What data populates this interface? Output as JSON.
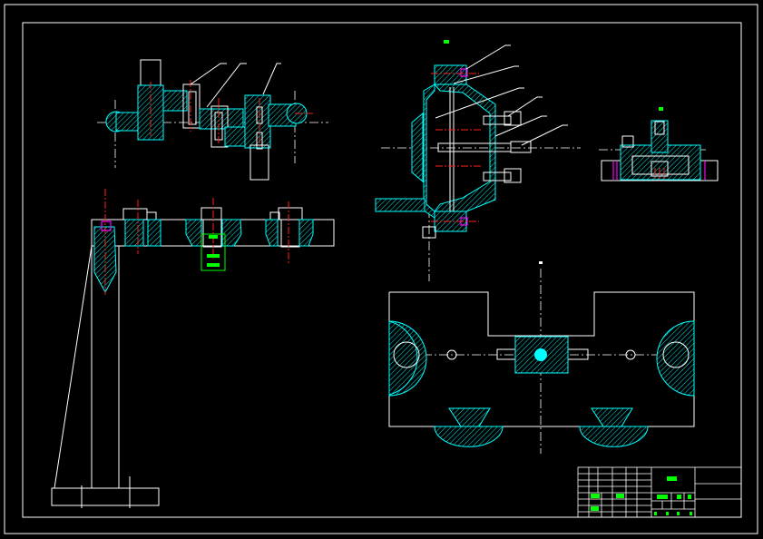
{
  "drawing": {
    "background": "#000000",
    "colors": {
      "outline": "#ffffff",
      "hatch": "#00ffff",
      "center_line_red": "#ff2020",
      "dimension": "#00ff00",
      "highlight": "#ff00ff"
    },
    "views": [
      "top-section-view",
      "fixture-plate-view",
      "clamp-section-view",
      "side-detail-view",
      "bottom-plan-view"
    ],
    "title_block": {
      "present": true
    }
  }
}
